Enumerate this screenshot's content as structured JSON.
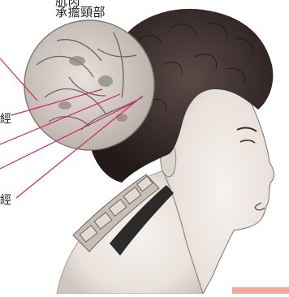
{
  "caption": {
    "line1": "肌肉",
    "line2": "承擔頸部"
  },
  "labels": {
    "first": "經",
    "second": "經"
  },
  "colors": {
    "leader_line": "#d4236b",
    "accent_bar": "#f0a89a",
    "hair": "#3a2c2a",
    "skin": "#ece6e0",
    "spine_dark": "#2b2b2b"
  }
}
